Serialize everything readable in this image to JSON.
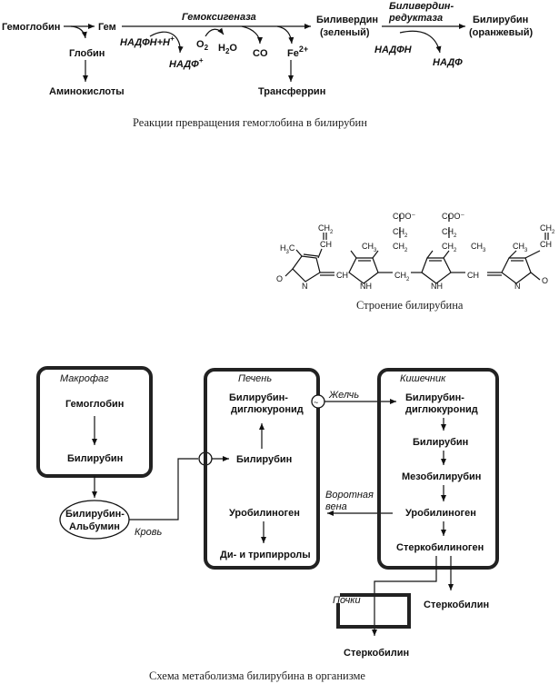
{
  "reaction": {
    "hemoglobin": "Гемоглобин",
    "heme": "Гем",
    "enzyme1": "Гемоксигеназа",
    "nadph_h": "НАДФН+Н",
    "nadph_h_sup": "+",
    "o2": "O",
    "o2_sub": "2",
    "h2o_h": "H",
    "h2o_sub": "2",
    "h2o_o": "O",
    "co": "CO",
    "fe": "Fe",
    "fe_sup": "2+",
    "nadp": "НАДФ",
    "nadp_sup": "+",
    "globin": "Глобин",
    "amino": "Аминокислоты",
    "transferrin": "Трансферрин",
    "biliverdin": "Биливердин",
    "biliverdin_color": "(зеленый)",
    "enzyme2_line1": "Биливердин-",
    "enzyme2_line2": "редуктаза",
    "nadph2": "НАДФН",
    "nadp2": "НАДФ",
    "bilirubin": "Билирубин",
    "bilirubin_color": "(оранжевый)",
    "caption": "Реакции превращения гемоглобина в билирубин"
  },
  "structure": {
    "caption": "Строение билирубина",
    "labels": {
      "ch2a": "CH2",
      "cha": "CH",
      "h3ca": "H3C",
      "oa": "O",
      "na": "N",
      "ch_bridge1": "CH",
      "ch3b": "CH3",
      "ch2b": "CH2",
      "nhb": "NH",
      "coo1": "COO⁻",
      "ch2b2": "CH2",
      "ch2_bridge": "CH2",
      "coo2": "COO⁻",
      "ch2c1": "CH2",
      "ch2c2": "CH2",
      "ch3c": "CH3",
      "nhc": "NH",
      "ch_bridge2": "CH",
      "ch3d": "CH3",
      "chd": "CH",
      "ch2d": "CH2",
      "nd": "N",
      "od": "O"
    }
  },
  "metabolism": {
    "macrophage": {
      "title": "Макрофаг",
      "hemoglobin": "Гемоглобин",
      "bilirubin": "Билирубин"
    },
    "blood": {
      "line1": "Билирубин-",
      "line2": "Альбумин",
      "label": "Кровь"
    },
    "liver": {
      "title": "Печень",
      "diglucuronide_1": "Билирубин-",
      "diglucuronide_2": "диглюкуронид",
      "bilirubin": "Билирубин",
      "urobilinogen": "Уробилиноген",
      "dipyrroles": "Ди- и трипирролы"
    },
    "bile": "Желчь",
    "portal_1": "Воротная",
    "portal_2": "вена",
    "intestine": {
      "title": "Кишечник",
      "diglucuronide_1": "Билирубин-",
      "diglucuronide_2": "диглюкуронид",
      "bilirubin": "Билирубин",
      "mesobilirubin": "Мезобилирубин",
      "urobilinogen": "Уробилиноген",
      "stercobilinogen": "Стеркобилиноген"
    },
    "kidneys": "Почки",
    "stercobilin_feces": "Стеркобилин",
    "stercobilin_urine": "Стеркобилин",
    "caption": "Схема метаболизма билирубина в организме"
  }
}
